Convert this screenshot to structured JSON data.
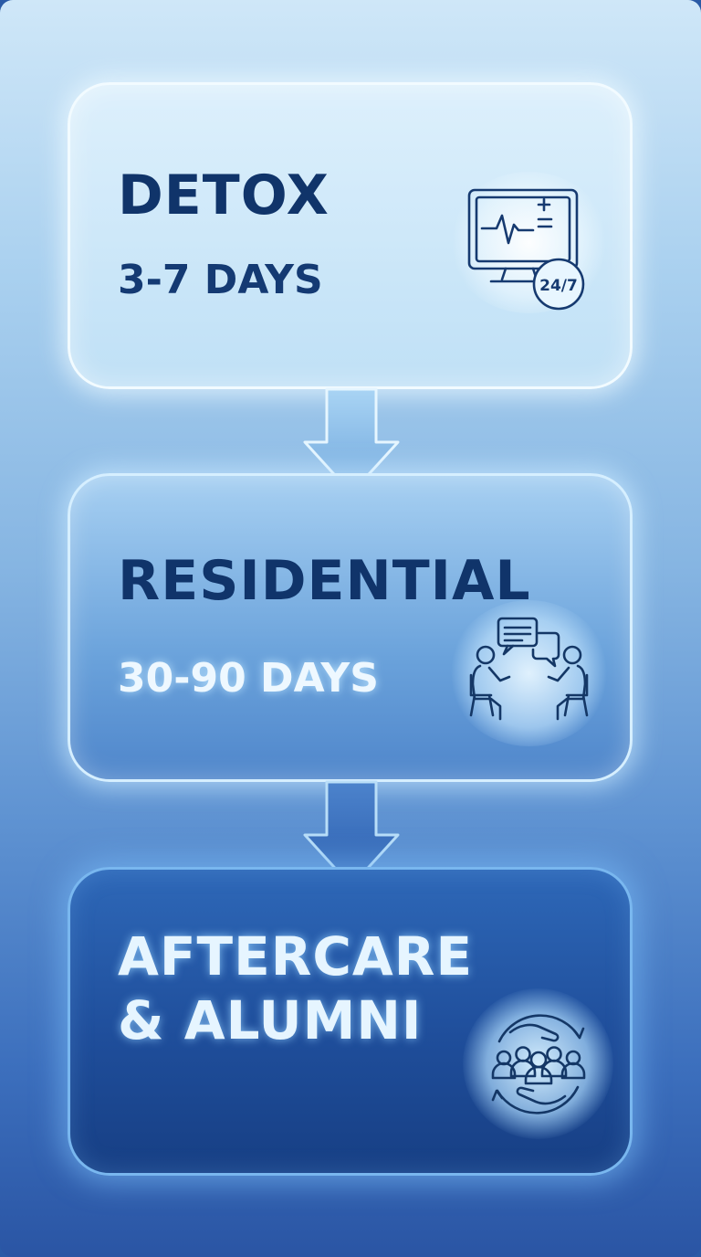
{
  "stages": [
    {
      "title": "DETOX",
      "duration": "3-7 DAYS",
      "icon": "monitor-heartbeat-icon",
      "icon_badge": "24/7"
    },
    {
      "title": "RESIDENTIAL",
      "duration": "30-90 DAYS",
      "icon": "counseling-conversation-icon"
    },
    {
      "title_line1": "AFTERCARE",
      "title_line2": "& ALUMNI",
      "icon": "community-support-icon"
    }
  ],
  "colors": {
    "dark_navy": "#10346a",
    "light_text": "#e6f5ff",
    "stage1_fill": "#cfe9fa",
    "stage2_fill": "#6aa2db",
    "stage3_fill": "#1f4e9b"
  }
}
